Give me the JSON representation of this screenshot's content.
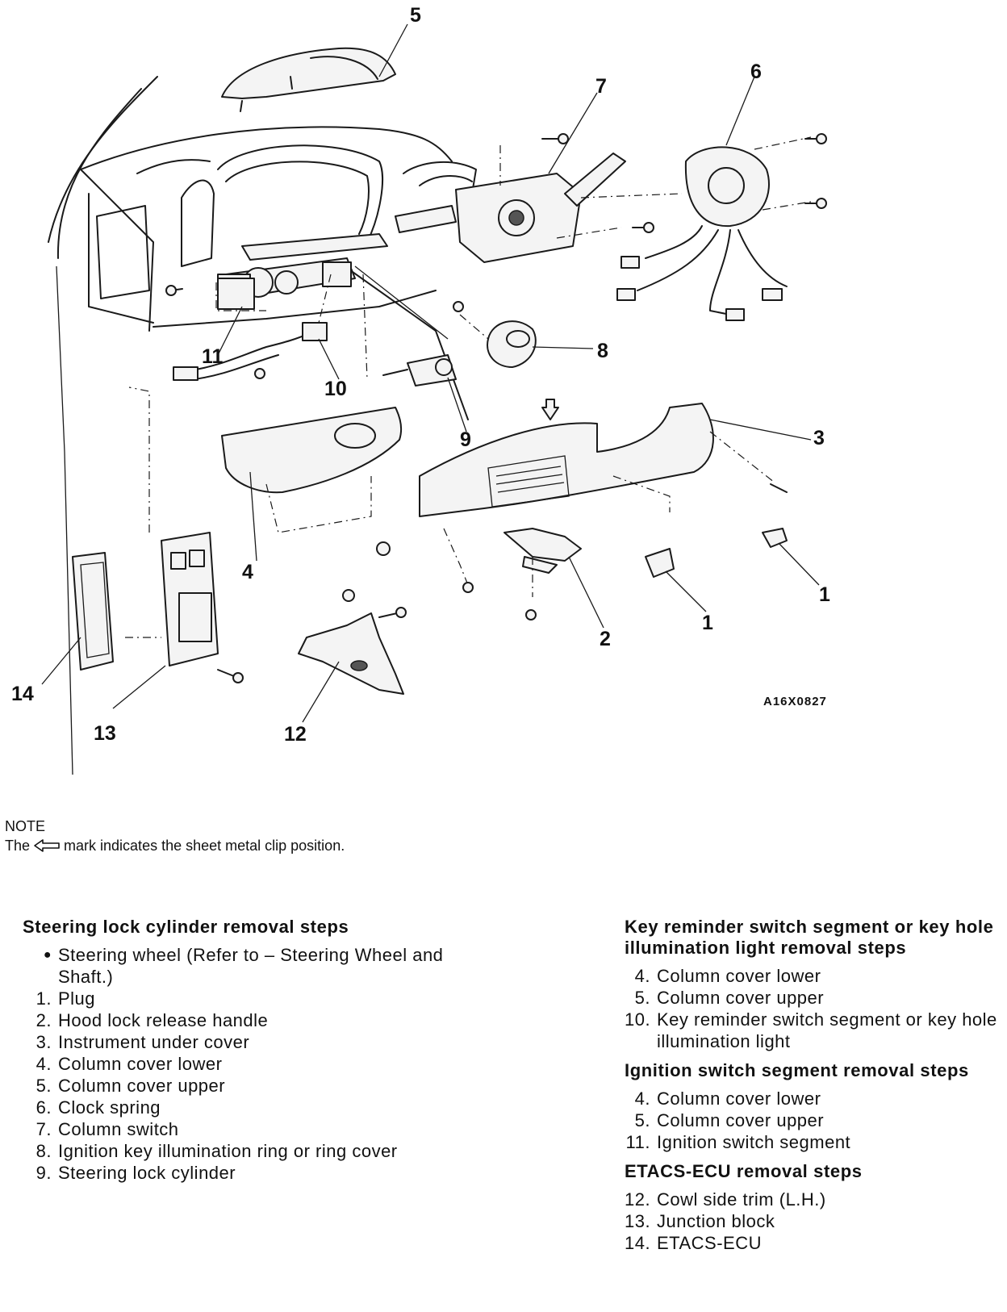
{
  "diagram": {
    "callouts": [
      "1",
      "1",
      "2",
      "3",
      "4",
      "5",
      "6",
      "7",
      "8",
      "9",
      "10",
      "11",
      "12",
      "13",
      "14"
    ],
    "figure_code": "A16X0827"
  },
  "note": {
    "label": "NOTE",
    "text_before": "The",
    "text_after": "mark indicates the sheet metal clip position."
  },
  "sections": {
    "steering_lock": {
      "title": "Steering lock cylinder removal steps",
      "steps": [
        {
          "num": "●",
          "text": "Steering wheel (Refer to – Steering Wheel and Shaft.)"
        },
        {
          "num": "1.",
          "text": "Plug"
        },
        {
          "num": "2.",
          "text": "Hood lock release handle"
        },
        {
          "num": "3.",
          "text": "Instrument under cover"
        },
        {
          "num": "4.",
          "text": "Column cover lower"
        },
        {
          "num": "5.",
          "text": "Column cover upper"
        },
        {
          "num": "6.",
          "text": "Clock spring"
        },
        {
          "num": "7.",
          "text": "Column switch"
        },
        {
          "num": "8.",
          "text": "Ignition key illumination ring or ring cover"
        },
        {
          "num": "9.",
          "text": "Steering lock cylinder"
        }
      ]
    },
    "key_reminder": {
      "title": "Key reminder switch segment or key hole illumination light removal steps",
      "steps": [
        {
          "num": "4.",
          "text": "Column cover lower"
        },
        {
          "num": "5.",
          "text": "Column cover upper"
        },
        {
          "num": "10.",
          "text": "Key reminder switch segment or key hole illumination light"
        }
      ]
    },
    "ignition_switch": {
      "title": "Ignition switch segment removal steps",
      "steps": [
        {
          "num": "4.",
          "text": "Column cover lower"
        },
        {
          "num": "5.",
          "text": "Column cover upper"
        },
        {
          "num": "11.",
          "text": "Ignition switch segment"
        }
      ]
    },
    "etacs": {
      "title": "ETACS-ECU removal steps",
      "steps": [
        {
          "num": "12.",
          "text": "Cowl side trim (L.H.)"
        },
        {
          "num": "13.",
          "text": "Junction block"
        },
        {
          "num": "14.",
          "text": "ETACS-ECU"
        }
      ]
    }
  }
}
